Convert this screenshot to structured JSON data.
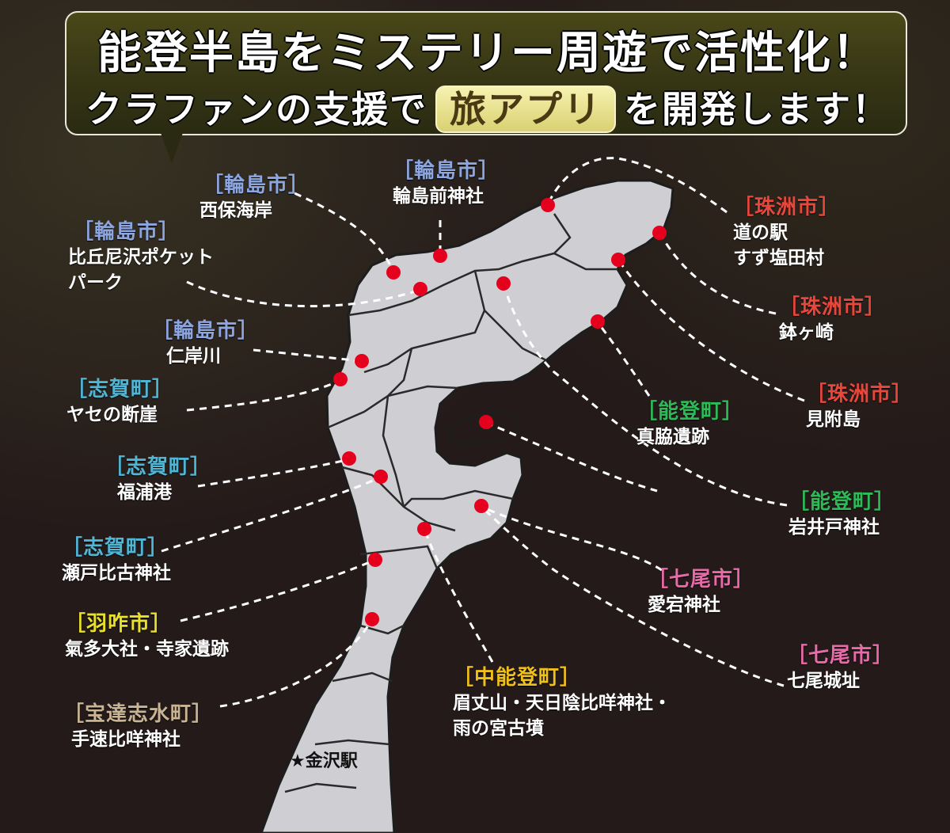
{
  "headline": {
    "line1": "能登半島をミステリー周遊で活性化！",
    "line2_before": "クラファンの支援で",
    "app_badge": "旅アプリ",
    "line2_after": "を開発します！"
  },
  "station": {
    "icon": "star-icon",
    "label": "★金沢駅"
  },
  "locations": [
    {
      "key": "nishiho",
      "city": "［輪島市］",
      "site_lines": [
        "西保海岸"
      ]
    },
    {
      "key": "wajimasaki",
      "city": "［輪島市］",
      "site_lines": [
        "輪島前神社"
      ]
    },
    {
      "key": "hikuni",
      "city": "［輪島市］",
      "site_lines": [
        "比丘尼沢ポケット",
        "パーク"
      ]
    },
    {
      "key": "nigishi",
      "city": "［輪島市］",
      "site_lines": [
        "仁岸川"
      ]
    },
    {
      "key": "yase",
      "city": "［志賀町］",
      "site_lines": [
        "ヤセの断崖"
      ]
    },
    {
      "key": "fukura",
      "city": "［志賀町］",
      "site_lines": [
        "福浦港"
      ]
    },
    {
      "key": "seto",
      "city": "［志賀町］",
      "site_lines": [
        "瀬戸比古神社"
      ]
    },
    {
      "key": "keta",
      "city": "［羽咋市］",
      "site_lines": [
        "氣多大社・寺家遺跡"
      ]
    },
    {
      "key": "tebaya",
      "city": "［宝達志水町］",
      "site_lines": [
        "手速比咩神社"
      ]
    },
    {
      "key": "suzu_michi",
      "city": "［珠洲市］",
      "site_lines": [
        "道の駅",
        "すず塩田村"
      ]
    },
    {
      "key": "hachi",
      "city": "［珠洲市］",
      "site_lines": [
        "鉢ヶ崎"
      ]
    },
    {
      "key": "mitsuke",
      "city": "［珠洲市］",
      "site_lines": [
        "見附島"
      ]
    },
    {
      "key": "mawaki",
      "city": "［能登町］",
      "site_lines": [
        "真脇遺跡"
      ]
    },
    {
      "key": "iwaido",
      "city": "［能登町］",
      "site_lines": [
        "岩井戸神社"
      ]
    },
    {
      "key": "atago",
      "city": "［七尾市］",
      "site_lines": [
        "愛宕神社"
      ]
    },
    {
      "key": "nanao_castle",
      "city": "［七尾市］",
      "site_lines": [
        "七尾城址"
      ]
    },
    {
      "key": "bishamon",
      "city": "［中能登町］",
      "site_lines": [
        "眉丈山・天日陰比咩神社・",
        "雨の宮古墳"
      ]
    }
  ],
  "colors": {
    "background": "#241a1a",
    "peninsula": "#cfcfd3",
    "marker": "#e5001e",
    "leader_line": "#ffffff"
  }
}
